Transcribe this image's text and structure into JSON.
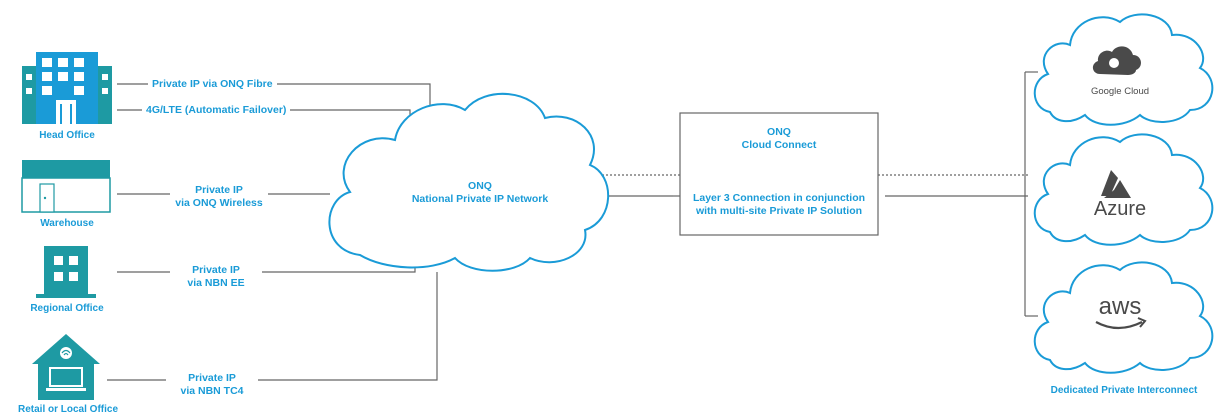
{
  "sites": [
    {
      "name": "Head Office",
      "icon": "office-building-icon"
    },
    {
      "name": "Warehouse",
      "icon": "warehouse-icon"
    },
    {
      "name": "Regional Office",
      "icon": "regional-office-icon"
    },
    {
      "name": "Retail or Local Office",
      "icon": "retail-house-wifi-icon"
    }
  ],
  "links": {
    "head_fibre": "Private IP via ONQ Fibre",
    "head_lte": "4G/LTE (Automatic Failover)",
    "warehouse_line1": "Private IP",
    "warehouse_line2": "via ONQ Wireless",
    "regional_line1": "Private IP",
    "regional_line2": "via NBN EE",
    "retail_line1": "Private IP",
    "retail_line2": "via NBN TC4"
  },
  "network": {
    "line1": "ONQ",
    "line2": "National Private IP Network"
  },
  "cloud_connect": {
    "title_line1": "ONQ",
    "title_line2": "Cloud Connect",
    "desc_line1": "Layer 3 Connection in conjunction",
    "desc_line2": "with multi-site Private IP Solution"
  },
  "providers": {
    "google": "Google Cloud",
    "azure": "Azure",
    "aws": "aws"
  },
  "interconnect_label": "Dedicated Private Interconnect",
  "colors": {
    "accent": "#1a9bd7",
    "teal": "#1e9aa3",
    "line": "#666666",
    "text_dark": "#4a4a4a"
  }
}
